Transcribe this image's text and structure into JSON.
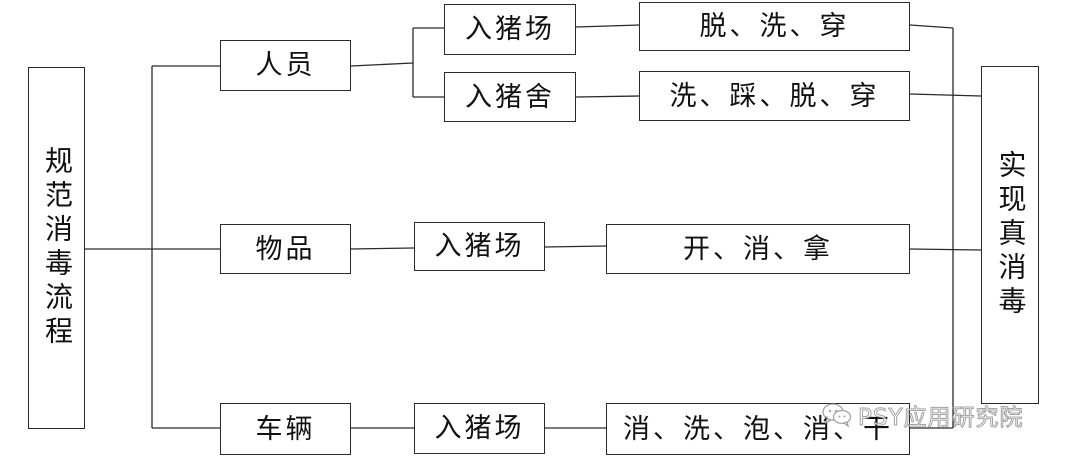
{
  "start": {
    "label": "规范消毒流程"
  },
  "end": {
    "label": "实现真消毒"
  },
  "branches": {
    "people": {
      "label": "人员",
      "routes": [
        {
          "entry": "入猪场",
          "steps": "脱、洗、穿"
        },
        {
          "entry": "入猪舍",
          "steps": "洗、踩、脱、穿"
        }
      ]
    },
    "goods": {
      "label": "物品",
      "entry": "入猪场",
      "steps": "开、消、拿"
    },
    "vehicles": {
      "label": "车辆",
      "entry": "入猪场",
      "steps": "消、洗、泡、消、干"
    }
  },
  "watermark": {
    "text": "PSY应用研究院",
    "icon": "wechat-icon"
  },
  "colors": {
    "line": "#2a2a2a",
    "text": "#111111",
    "background": "#ffffff"
  }
}
